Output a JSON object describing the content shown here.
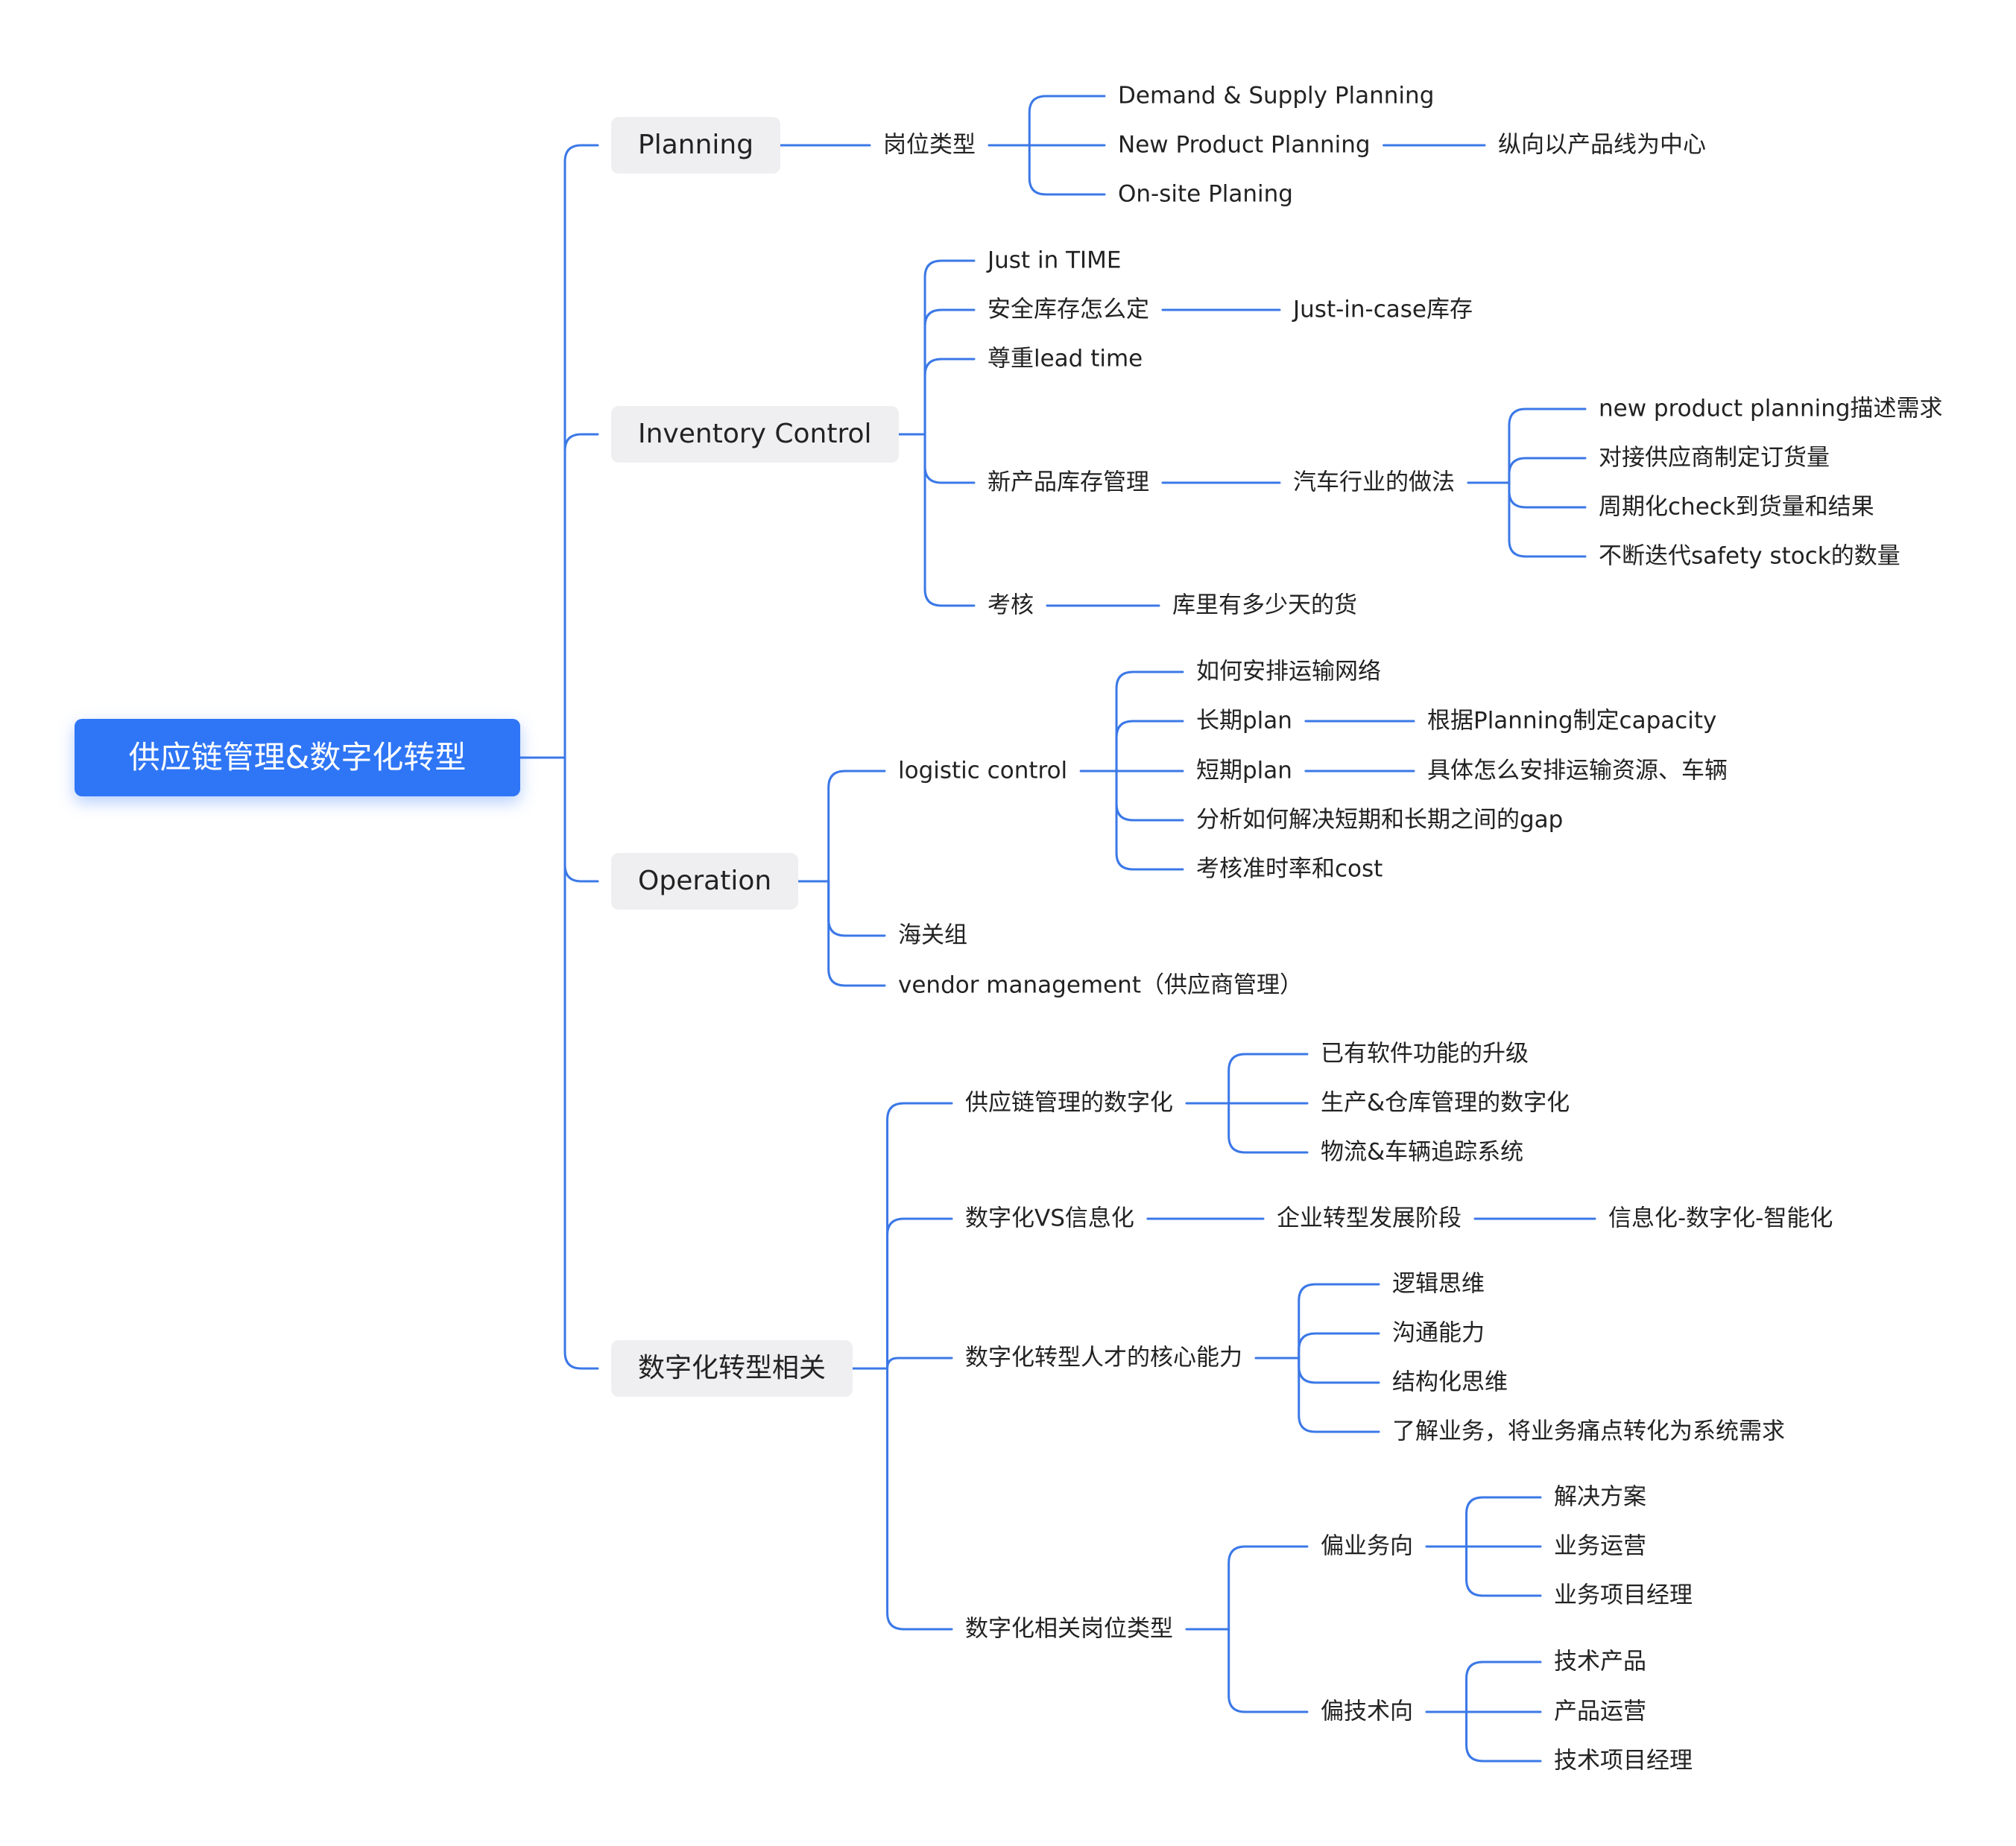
{
  "colors": {
    "accent": "#2f76f6",
    "line": "#3b78e7",
    "main_node_bg": "#efeff1",
    "text": "#222222"
  },
  "root": {
    "label": "供应链管理&数字化转型"
  },
  "branches": {
    "planning": {
      "label": "Planning",
      "post_types": "岗位类型",
      "demand_supply": "Demand & Supply Planning",
      "new_product": "New Product Planning",
      "new_product_note": "纵向以产品线为中心",
      "onsite": "On-site Planing"
    },
    "inventory": {
      "label": "Inventory Control",
      "jit": "Just in TIME",
      "safety_stock": "安全库存怎么定",
      "just_in_case": "Just-in-case库存",
      "lead_time": "尊重lead time",
      "new_product_inventory": "新产品库存管理",
      "auto_industry": "汽车行业的做法",
      "auto_steps": [
        "new product planning描述需求",
        "对接供应商制定订货量",
        "周期化check到货量和结果",
        "不断迭代safety stock的数量"
      ],
      "assessment": "考核",
      "days_of_stock": "库里有多少天的货"
    },
    "operation": {
      "label": "Operation",
      "logistic": "logistic control",
      "transport_network": "如何安排运输网络",
      "long_plan": "长期plan",
      "long_plan_note": "根据Planning制定capacity",
      "short_plan": "短期plan",
      "short_plan_note": "具体怎么安排运输资源、车辆",
      "gap": "分析如何解决短期和长期之间的gap",
      "kpi": "考核准时率和cost",
      "customs": "海关组",
      "vendor": "vendor management（供应商管理）"
    },
    "digital": {
      "label": "数字化转型相关",
      "scm_digital": "供应链管理的数字化",
      "scm_items": [
        "已有软件功能的升级",
        "生产&仓库管理的数字化",
        "物流&车辆追踪系统"
      ],
      "vs_info": "数字化VS信息化",
      "stages": "企业转型发展阶段",
      "stages_note": "信息化-数字化-智能化",
      "talent": "数字化转型人才的核心能力",
      "talent_items": [
        "逻辑思维",
        "沟通能力",
        "结构化思维",
        "了解业务，将业务痛点转化为系统需求"
      ],
      "roles": "数字化相关岗位类型",
      "business": "偏业务向",
      "business_items": [
        "解决方案",
        "业务运营",
        "业务项目经理"
      ],
      "tech": "偏技术向",
      "tech_items": [
        "技术产品",
        "产品运营",
        "技术项目经理"
      ]
    }
  }
}
